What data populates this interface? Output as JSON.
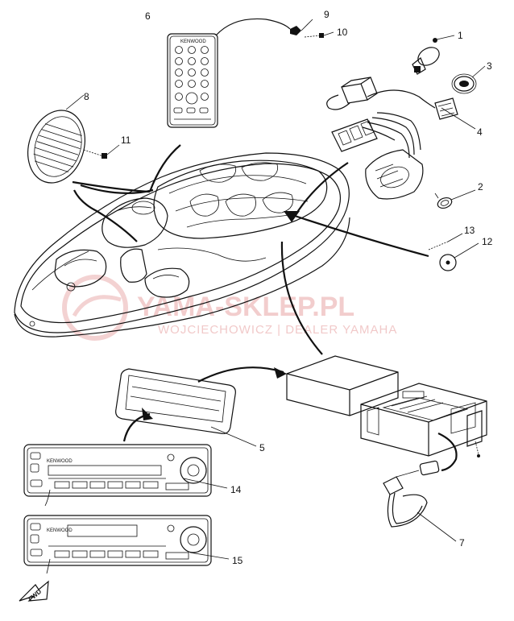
{
  "watermark": {
    "main": "YAMA-SKLEP.PL",
    "sub": "WOJCIECHOWICZ | DEALER YAMAHA",
    "color": "#e8a6a6"
  },
  "remote_brand": "KENWOOD",
  "stereo_brand": "KENWOOD",
  "fwd_label": "FWD",
  "parts": [
    {
      "id": "part-1",
      "num": "1"
    },
    {
      "id": "part-2",
      "num": "2"
    },
    {
      "id": "part-3",
      "num": "3"
    },
    {
      "id": "part-4",
      "num": "4"
    },
    {
      "id": "part-5",
      "num": "5"
    },
    {
      "id": "part-6",
      "num": "6"
    },
    {
      "id": "part-7",
      "num": "7"
    },
    {
      "id": "part-8",
      "num": "8"
    },
    {
      "id": "part-9",
      "num": "9"
    },
    {
      "id": "part-10",
      "num": "10"
    },
    {
      "id": "part-11",
      "num": "11"
    },
    {
      "id": "part-12",
      "num": "12"
    },
    {
      "id": "part-13",
      "num": "13"
    },
    {
      "id": "part-14",
      "num": "14"
    },
    {
      "id": "part-15",
      "num": "15"
    }
  ]
}
